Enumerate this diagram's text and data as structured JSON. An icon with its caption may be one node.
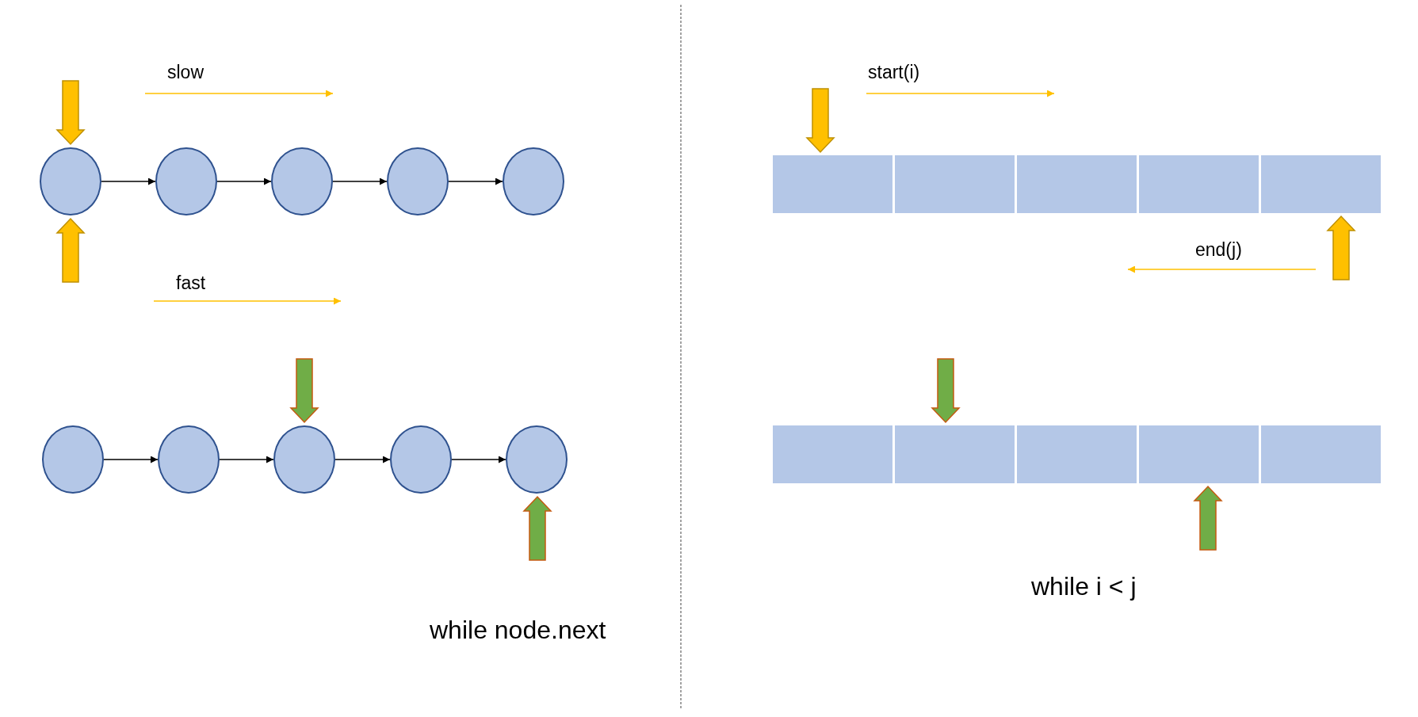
{
  "diagram": {
    "nodes": [
      {
        "text": [],
        "shape": "circle"
      },
      {
        "text": [],
        "shape": "circle"
      },
      {
        "text": [],
        "shape": "circle"
      },
      {
        "text": [],
        "shape": "circle"
      },
      {
        "text": [],
        "shape": "circle"
      },
      {
        "text": [],
        "shape": "circle"
      },
      {
        "text": [],
        "shape": "circle"
      },
      {
        "text": [],
        "shape": "circle"
      },
      {
        "text": [],
        "shape": "circle"
      },
      {
        "text": [],
        "shape": "circle"
      },
      {
        "text": [],
        "shape": "box"
      },
      {
        "text": [],
        "shape": "box"
      },
      {
        "text": [],
        "shape": "box"
      },
      {
        "text": [],
        "shape": "box"
      },
      {
        "text": [],
        "shape": "box"
      },
      {
        "text": [],
        "shape": "box"
      },
      {
        "text": [],
        "shape": "box"
      },
      {
        "text": [],
        "shape": "box"
      },
      {
        "text": [],
        "shape": "box"
      },
      {
        "text": [],
        "shape": "box"
      }
    ],
    "edges": [
      {
        "from": 0,
        "to": 1,
        "arrow": "to"
      },
      {
        "from": 1,
        "to": 2,
        "arrow": "to"
      },
      {
        "from": 2,
        "to": 3,
        "arrow": "to"
      },
      {
        "from": 3,
        "to": 4,
        "arrow": "to"
      },
      {
        "from": 5,
        "to": 6,
        "arrow": "to"
      },
      {
        "from": 6,
        "to": 7,
        "arrow": "to"
      },
      {
        "from": 7,
        "to": 8,
        "arrow": "to"
      },
      {
        "from": 8,
        "to": 9,
        "arrow": "to"
      },
      {
        "from": null,
        "to": 0,
        "arrow": "to",
        "style": "thick",
        "color": "#ffc000"
      },
      {
        "from": null,
        "to": 0,
        "arrow": "to",
        "style": "thick",
        "color": "#ffc000"
      },
      {
        "from": null,
        "to": 7,
        "arrow": "to",
        "style": "thick",
        "color": "#70ad47"
      },
      {
        "from": null,
        "to": 9,
        "arrow": "to",
        "style": "thick",
        "color": "#70ad47"
      },
      {
        "from": null,
        "to": 10,
        "arrow": "to",
        "style": "thick",
        "color": "#ffc000"
      },
      {
        "from": null,
        "to": 14,
        "arrow": "to",
        "style": "thick",
        "color": "#ffc000"
      },
      {
        "from": null,
        "to": 16,
        "arrow": "to",
        "style": "thick",
        "color": "#70ad47"
      },
      {
        "from": null,
        "to": 18,
        "arrow": "to",
        "style": "thick",
        "color": "#70ad47"
      }
    ],
    "labels": [
      "slow",
      "fast",
      "while node.next",
      "start(i)",
      "end(j)",
      "while i < j"
    ]
  }
}
